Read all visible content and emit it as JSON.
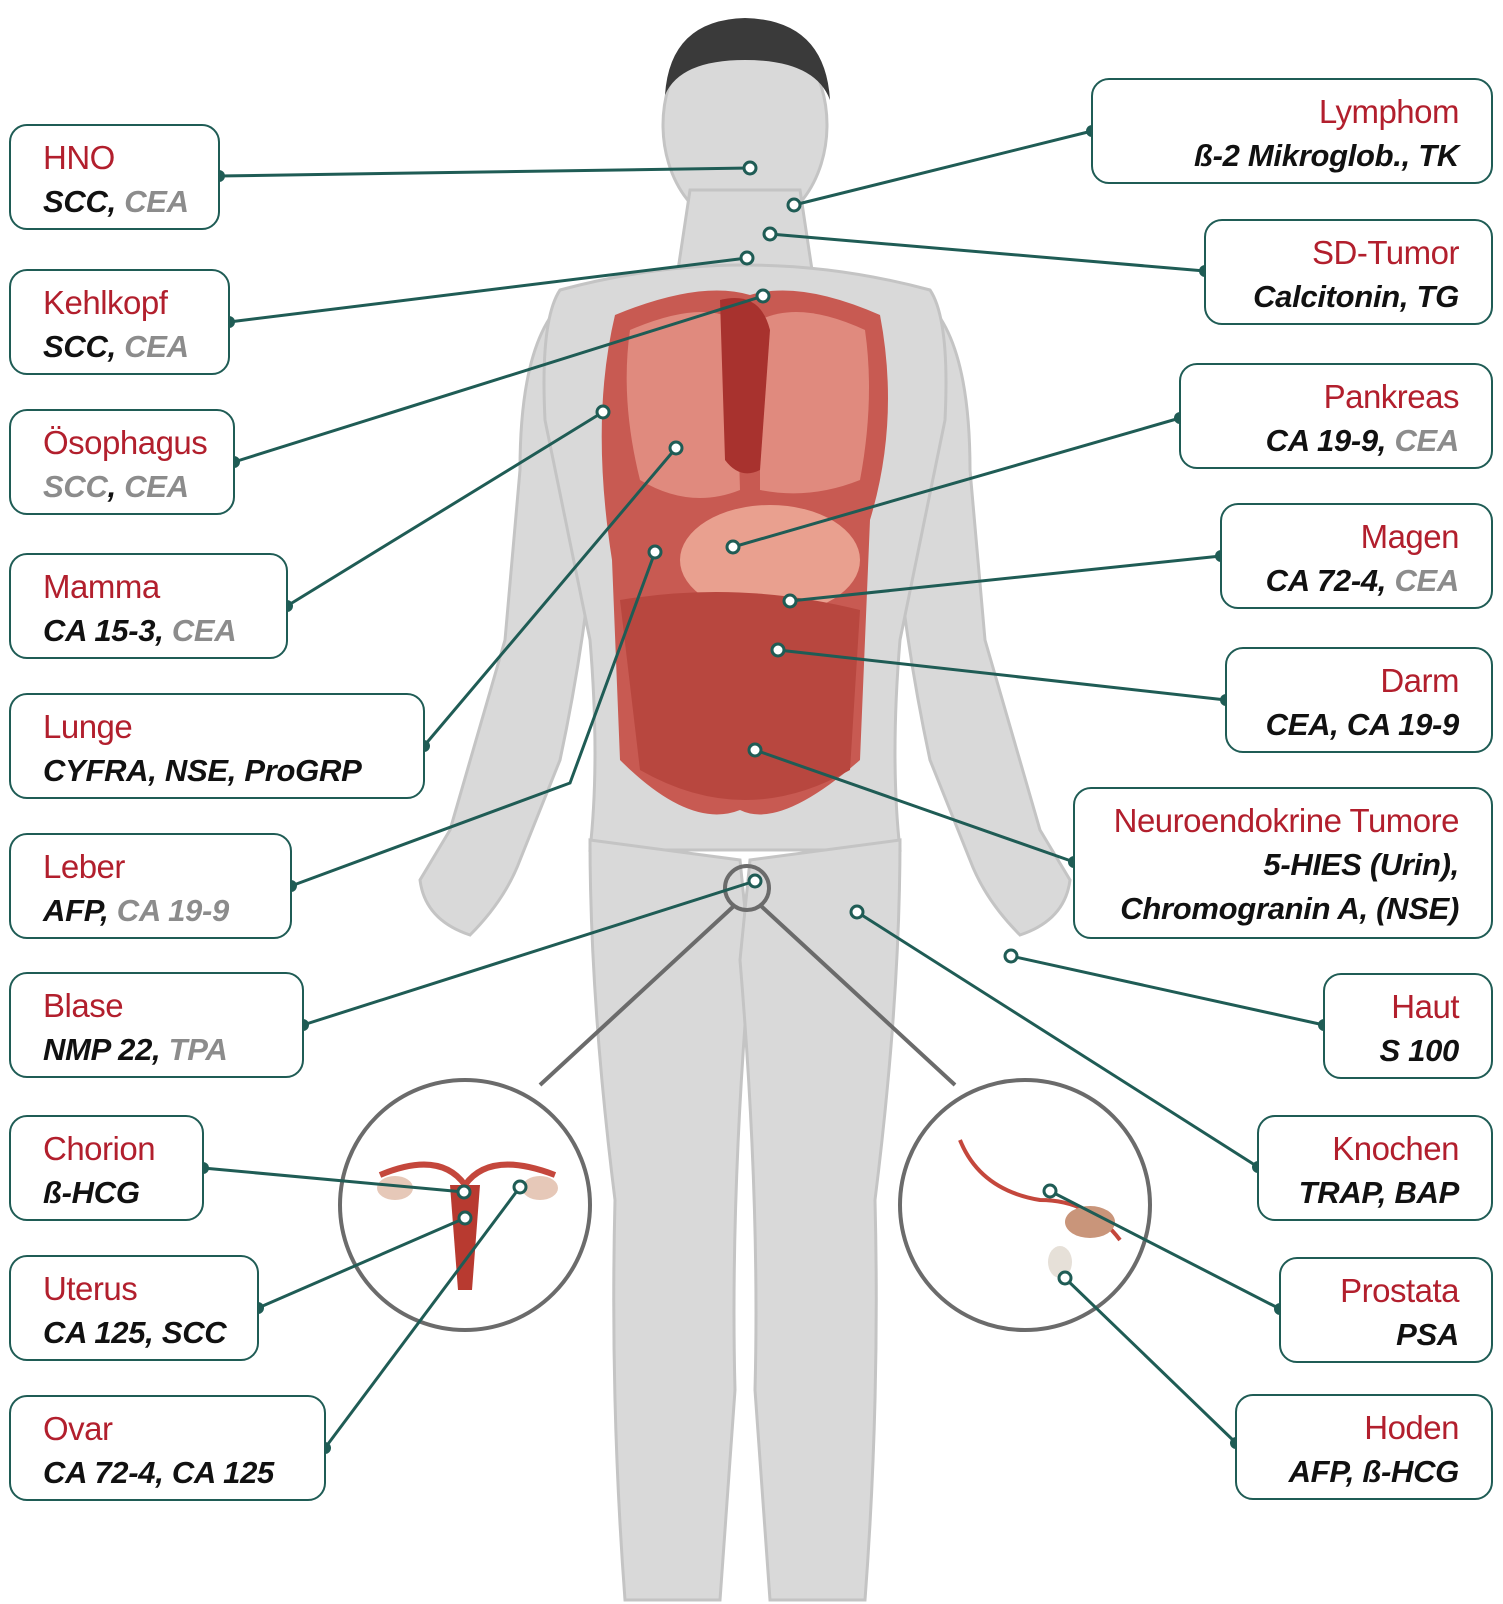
{
  "colors": {
    "organ_name": "#b21f2d",
    "marker_primary": "#111111",
    "marker_secondary": "#8c8c8c",
    "connector": "#1f5c55",
    "body": "#d9d9d9",
    "hair": "#3a3a3a",
    "organs": "#c85a52"
  },
  "left_boxes": [
    {
      "id": "hno",
      "name": "HNO",
      "markers": [
        {
          "t": "SCC",
          "gray": false
        },
        {
          "t": "CEA",
          "gray": true
        }
      ]
    },
    {
      "id": "kehlkopf",
      "name": "Kehlkopf",
      "markers": [
        {
          "t": "SCC",
          "gray": false
        },
        {
          "t": "CEA",
          "gray": true
        }
      ]
    },
    {
      "id": "oesophagus",
      "name": "Ösophagus",
      "markers": [
        {
          "t": "SCC",
          "gray": true
        },
        {
          "t": "CEA",
          "gray": true
        }
      ]
    },
    {
      "id": "mamma",
      "name": "Mamma",
      "markers": [
        {
          "t": "CA 15-3",
          "gray": false
        },
        {
          "t": "CEA",
          "gray": true
        }
      ]
    },
    {
      "id": "lunge",
      "name": "Lunge",
      "markers": [
        {
          "t": "CYFRA",
          "gray": false
        },
        {
          "t": "NSE",
          "gray": false
        },
        {
          "t": "ProGRP",
          "gray": false
        }
      ]
    },
    {
      "id": "leber",
      "name": "Leber",
      "markers": [
        {
          "t": "AFP",
          "gray": false
        },
        {
          "t": "CA 19-9",
          "gray": true
        }
      ]
    },
    {
      "id": "blase",
      "name": "Blase",
      "markers": [
        {
          "t": "NMP 22",
          "gray": false
        },
        {
          "t": "TPA",
          "gray": true
        }
      ]
    },
    {
      "id": "chorion",
      "name": "Chorion",
      "markers": [
        {
          "t": "ß-HCG",
          "gray": false
        }
      ]
    },
    {
      "id": "uterus",
      "name": "Uterus",
      "markers": [
        {
          "t": "CA 125",
          "gray": false
        },
        {
          "t": "SCC",
          "gray": false
        }
      ]
    },
    {
      "id": "ovar",
      "name": "Ovar",
      "markers": [
        {
          "t": "CA 72-4",
          "gray": false
        },
        {
          "t": "CA 125",
          "gray": false
        }
      ]
    }
  ],
  "right_boxes": [
    {
      "id": "lymphom",
      "name": "Lymphom",
      "markers": [
        {
          "t": "ß-2 Mikroglob.",
          "gray": false
        },
        {
          "t": "TK",
          "gray": false
        }
      ]
    },
    {
      "id": "sd_tumor",
      "name": "SD-Tumor",
      "markers": [
        {
          "t": "Calcitonin",
          "gray": false
        },
        {
          "t": "TG",
          "gray": false
        }
      ]
    },
    {
      "id": "pankreas",
      "name": "Pankreas",
      "markers": [
        {
          "t": "CA 19-9",
          "gray": false
        },
        {
          "t": "CEA",
          "gray": true
        }
      ]
    },
    {
      "id": "magen",
      "name": "Magen",
      "markers": [
        {
          "t": "CA 72-4",
          "gray": false
        },
        {
          "t": "CEA",
          "gray": true
        }
      ]
    },
    {
      "id": "darm",
      "name": "Darm",
      "markers": [
        {
          "t": "CEA",
          "gray": false
        },
        {
          "t": "CA 19-9",
          "gray": false
        }
      ]
    },
    {
      "id": "net",
      "name": "Neuroendokrine Tumore",
      "lines": [
        [
          {
            "t": "5-HIES (Urin)",
            "gray": false
          }
        ],
        [
          {
            "t": "Chromogranin A",
            "gray": false
          },
          {
            "t": "(NSE)",
            "gray": false
          }
        ]
      ]
    },
    {
      "id": "haut",
      "name": "Haut",
      "markers": [
        {
          "t": "S 100",
          "gray": false
        }
      ]
    },
    {
      "id": "knochen",
      "name": "Knochen",
      "markers": [
        {
          "t": "TRAP",
          "gray": false
        },
        {
          "t": "BAP",
          "gray": false
        }
      ]
    },
    {
      "id": "prostata",
      "name": "Prostata",
      "markers": [
        {
          "t": "PSA",
          "gray": false
        }
      ]
    },
    {
      "id": "hoden",
      "name": "Hoden",
      "markers": [
        {
          "t": "AFP",
          "gray": false
        },
        {
          "t": "ß-HCG",
          "gray": false
        }
      ]
    }
  ]
}
